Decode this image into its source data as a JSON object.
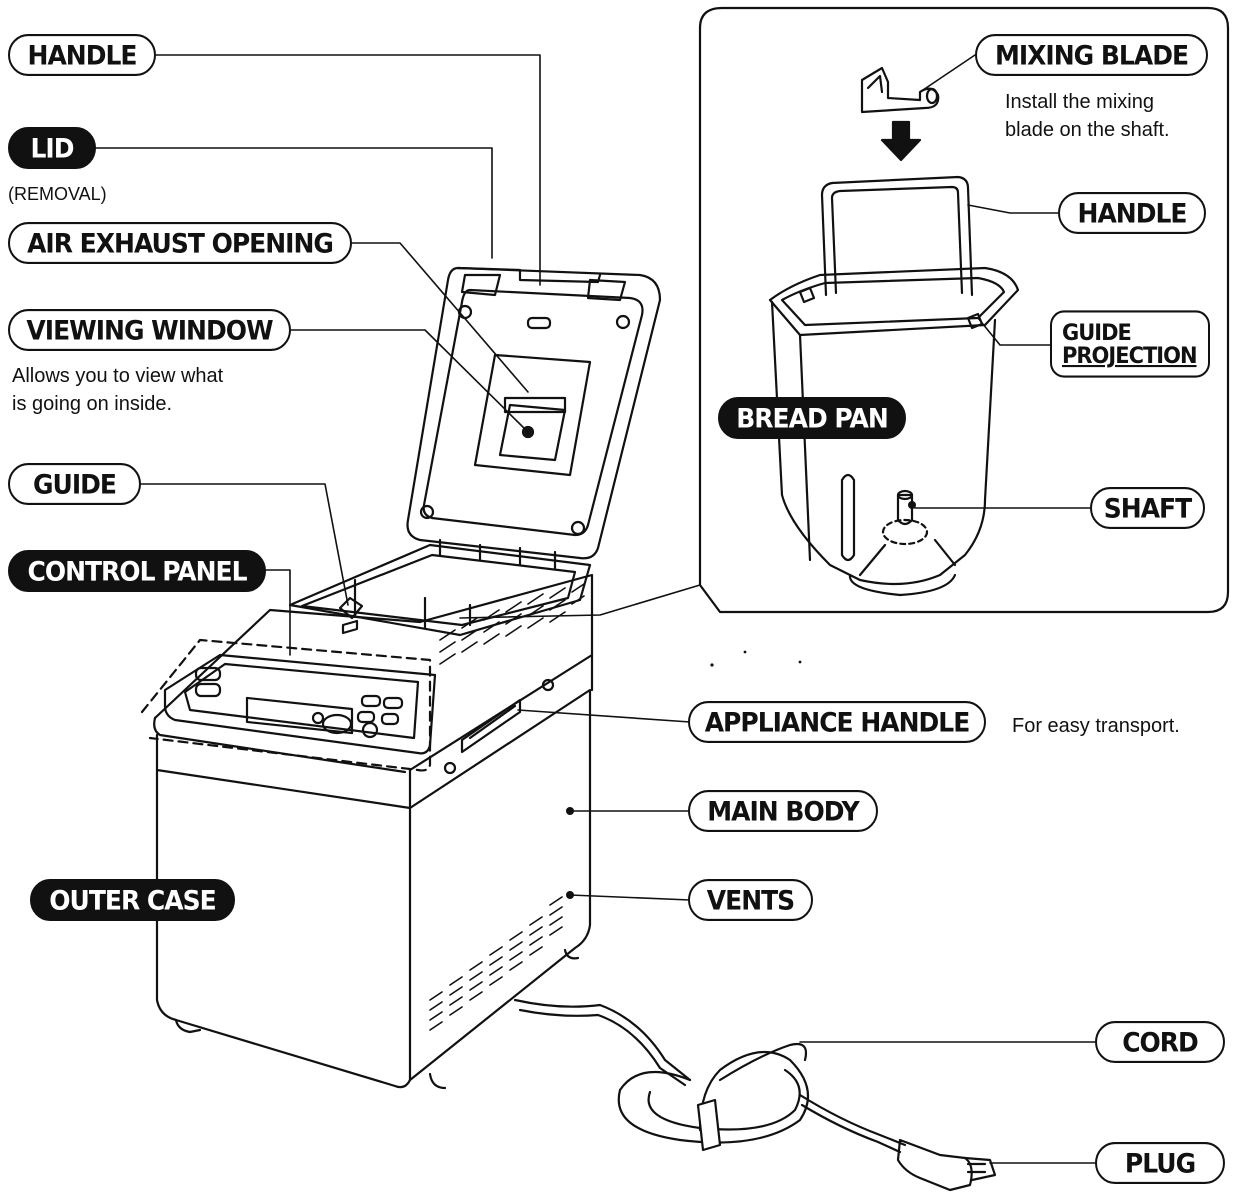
{
  "labels": {
    "handle_top": "HANDLE",
    "lid": "LID",
    "lid_note": "(REMOVAL)",
    "air_exhaust": "AIR EXHAUST OPENING",
    "viewing_window": "VIEWING WINDOW",
    "viewing_note_1": "Allows you to view what",
    "viewing_note_2": "is going on inside.",
    "guide": "GUIDE",
    "control_panel": "CONTROL PANEL",
    "mixing_blade": "MIXING BLADE",
    "mixing_note_1": "Install the mixing",
    "mixing_note_2": "blade on the shaft.",
    "handle_pan": "HANDLE",
    "guide_projection_1": "GUIDE",
    "guide_projection_2": "PROJECTION",
    "bread_pan": "BREAD PAN",
    "shaft": "SHAFT",
    "appliance_handle": "APPLIANCE HANDLE",
    "appliance_note": "For easy transport.",
    "main_body": "MAIN BODY",
    "outer_case": "OUTER CASE",
    "vents": "VENTS",
    "cord": "CORD",
    "plug": "PLUG"
  },
  "colors": {
    "ink": "#111111",
    "paper": "#ffffff"
  }
}
